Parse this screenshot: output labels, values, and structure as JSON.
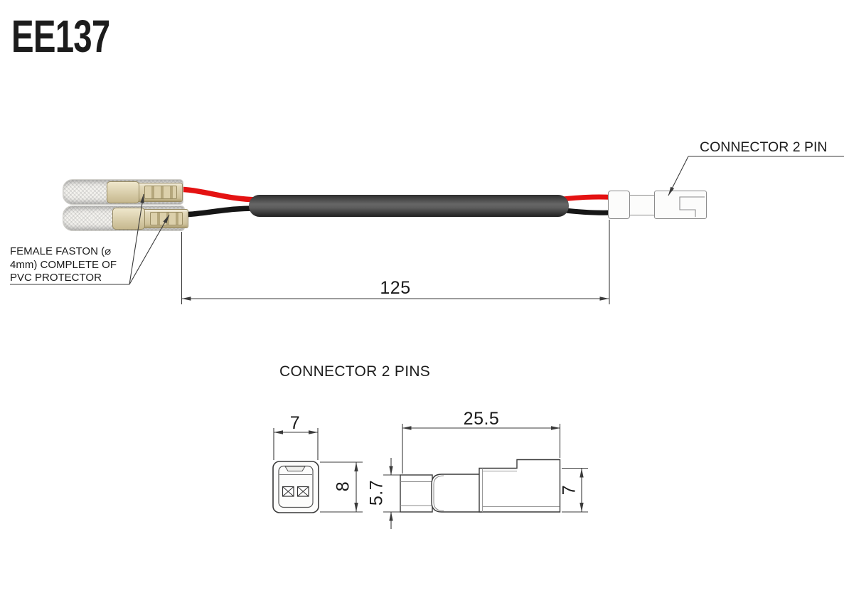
{
  "title": "EE137",
  "cable": {
    "connector_label": "CONNECTOR 2 PIN",
    "faston_label_line1": "FEMALE FASTON (⌀",
    "faston_label_line2": "4mm) COMPLETE OF",
    "faston_label_line3": "PVC PROTECTOR",
    "length_dim": "125"
  },
  "detail": {
    "section_title": "CONNECTOR 2 PINS",
    "front_view": {
      "width_dim": "7",
      "height_dim": "8"
    },
    "side_view": {
      "length_dim": "25.5",
      "nose_height_dim": "5.7",
      "body_height_dim": "7"
    }
  },
  "colors": {
    "wire_red": "#e41212",
    "wire_black": "#161616",
    "sleeve_gray": "#4a4a4a",
    "terminal_tan": "#d5c79e",
    "pvc_protector_white": "#f3f2ee",
    "housing_white": "#fcfcfb",
    "linework": "#3b3b3b"
  }
}
